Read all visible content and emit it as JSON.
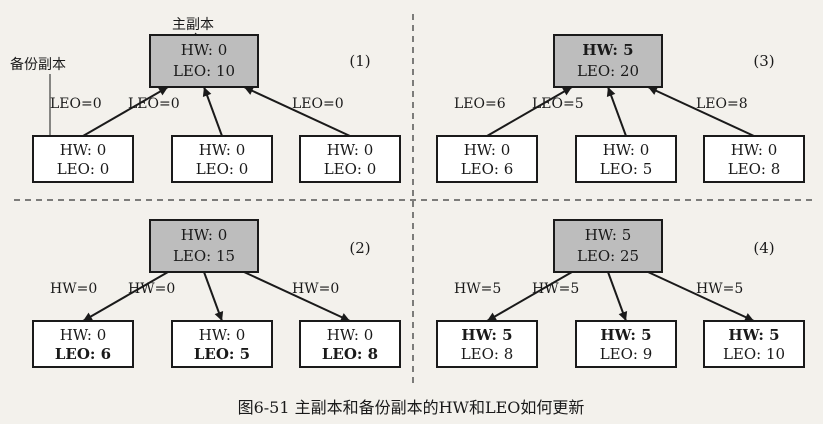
{
  "labels": {
    "primary": "主副本",
    "replica": "备份副本",
    "caption": "图6-51    主副本和备份副本的HW和LEO如何更新"
  },
  "panels": [
    {
      "num": "(1)",
      "primary": {
        "hw": "HW: 0",
        "leo": "LEO: 10",
        "hw_bold": false,
        "leo_bold": false
      },
      "edges": [
        "LEO=0",
        "LEO=0",
        "LEO=0"
      ],
      "replicas": [
        {
          "hw": "HW: 0",
          "leo": "LEO: 0",
          "hw_bold": false,
          "leo_bold": false
        },
        {
          "hw": "HW: 0",
          "leo": "LEO: 0",
          "hw_bold": false,
          "leo_bold": false
        },
        {
          "hw": "HW: 0",
          "leo": "LEO: 0",
          "hw_bold": false,
          "leo_bold": false
        }
      ]
    },
    {
      "num": "(3)",
      "primary": {
        "hw": "HW: 5",
        "leo": "LEO: 20",
        "hw_bold": true,
        "leo_bold": false
      },
      "edges": [
        "LEO=6",
        "LEO=5",
        "LEO=8"
      ],
      "replicas": [
        {
          "hw": "HW: 0",
          "leo": "LEO: 6",
          "hw_bold": false,
          "leo_bold": false
        },
        {
          "hw": "HW: 0",
          "leo": "LEO: 5",
          "hw_bold": false,
          "leo_bold": false
        },
        {
          "hw": "HW: 0",
          "leo": "LEO: 8",
          "hw_bold": false,
          "leo_bold": false
        }
      ]
    },
    {
      "num": "(2)",
      "primary": {
        "hw": "HW: 0",
        "leo": "LEO: 15",
        "hw_bold": false,
        "leo_bold": false
      },
      "edges": [
        "HW=0",
        "HW=0",
        "HW=0"
      ],
      "replicas": [
        {
          "hw": "HW: 0",
          "leo": "LEO: 6",
          "hw_bold": false,
          "leo_bold": true
        },
        {
          "hw": "HW: 0",
          "leo": "LEO: 5",
          "hw_bold": false,
          "leo_bold": true
        },
        {
          "hw": "HW: 0",
          "leo": "LEO: 8",
          "hw_bold": false,
          "leo_bold": true
        }
      ]
    },
    {
      "num": "(4)",
      "primary": {
        "hw": "HW: 5",
        "leo": "LEO: 25",
        "hw_bold": false,
        "leo_bold": false
      },
      "edges": [
        "HW=5",
        "HW=5",
        "HW=5"
      ],
      "replicas": [
        {
          "hw": "HW: 5",
          "leo": "LEO: 8",
          "hw_bold": true,
          "leo_bold": false
        },
        {
          "hw": "HW: 5",
          "leo": "LEO: 9",
          "hw_bold": true,
          "leo_bold": false
        },
        {
          "hw": "HW: 5",
          "leo": "LEO: 10",
          "hw_bold": true,
          "leo_bold": false
        }
      ]
    }
  ]
}
